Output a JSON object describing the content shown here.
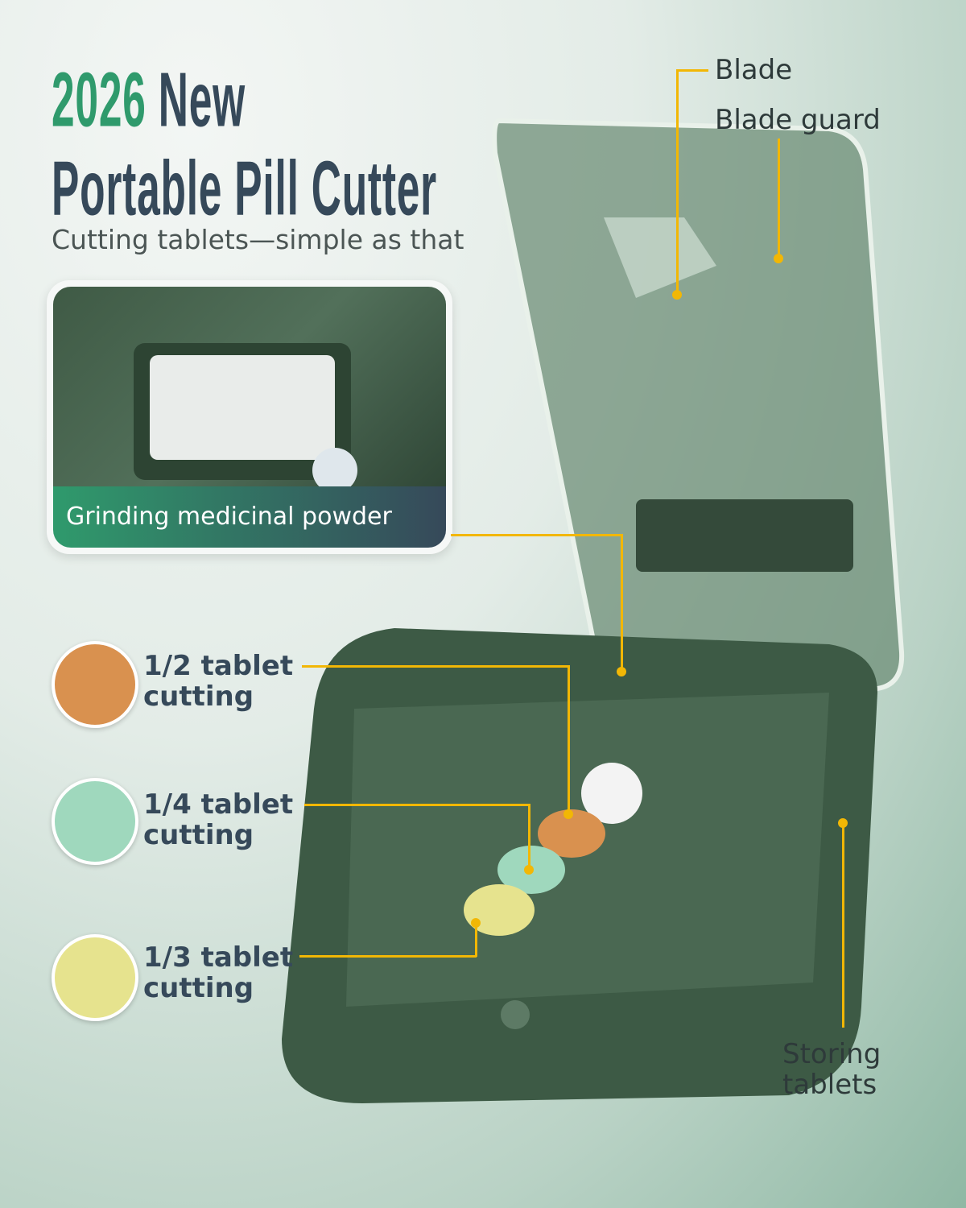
{
  "headline": {
    "year": "2026",
    "line1_rest": "New",
    "line2": "Portable Pill Cutter"
  },
  "subtitle": "Cutting tablets—simple as that",
  "inset": {
    "label": "Grinding medicinal powder"
  },
  "features": [
    {
      "label_line1": "1/2 tablet",
      "label_line2": "cutting",
      "color": "#d9914f"
    },
    {
      "label_line1": "1/4 tablet",
      "label_line2": "cutting",
      "color": "#9fd8bd"
    },
    {
      "label_line1": "1/3 tablet",
      "label_line2": "cutting",
      "color": "#e6e38e"
    }
  ],
  "callouts": {
    "blade": "Blade",
    "blade_guard": "Blade guard",
    "storing_line1": "Storing",
    "storing_line2": "tablets"
  },
  "colors": {
    "accent_green": "#2f9a6c",
    "title_slate": "#36495a",
    "callout_yellow": "#f2b705",
    "product_green": "#3d5a45"
  }
}
